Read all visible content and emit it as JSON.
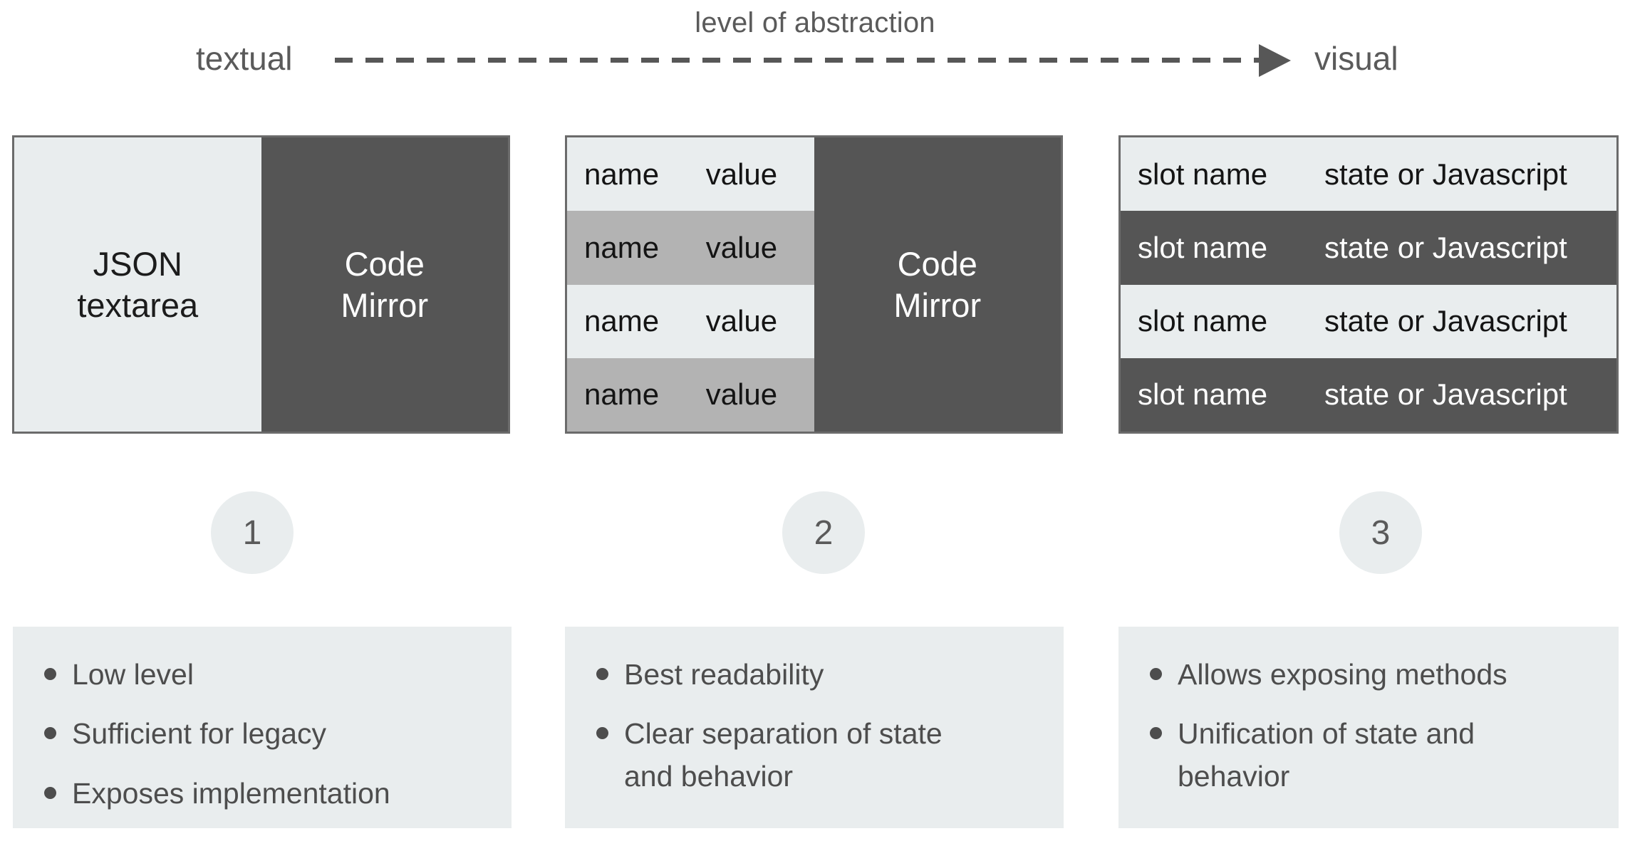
{
  "axis": {
    "caption": "level of abstraction",
    "left_label": "textual",
    "right_label": "visual",
    "arrow_direction": "left-to-right",
    "line_style": "dashed"
  },
  "colors": {
    "light_band": "#e9edee",
    "mid_band": "#b3b3b3",
    "dark_band": "#555555",
    "border": "#6b6b6b",
    "text_muted": "#5a5a5a",
    "text_dark": "#141414",
    "text_light": "#ffffff"
  },
  "panels": [
    {
      "id": "panel-1",
      "layout": "two-halves",
      "left_half": {
        "line1": "JSON",
        "line2": "textarea",
        "tone": "light"
      },
      "right_half": {
        "line1": "Code",
        "line2": "Mirror",
        "tone": "dark"
      }
    },
    {
      "id": "panel-2",
      "layout": "rows-plus-code",
      "rows": [
        {
          "name": "name",
          "value": "value",
          "tone": "light"
        },
        {
          "name": "name",
          "value": "value",
          "tone": "mid"
        },
        {
          "name": "name",
          "value": "value",
          "tone": "light"
        },
        {
          "name": "name",
          "value": "value",
          "tone": "mid"
        }
      ],
      "code_block": {
        "line1": "Code",
        "line2": "Mirror",
        "tone": "dark"
      }
    },
    {
      "id": "panel-3",
      "layout": "full-width-rows",
      "rows": [
        {
          "name": "slot name",
          "value": "state or Javascript",
          "tone": "light"
        },
        {
          "name": "slot name",
          "value": "state or Javascript",
          "tone": "dark"
        },
        {
          "name": "slot name",
          "value": "state or Javascript",
          "tone": "light"
        },
        {
          "name": "slot name",
          "value": "state or Javascript",
          "tone": "dark"
        }
      ]
    }
  ],
  "badges": [
    {
      "id": "badge-1",
      "label": "1"
    },
    {
      "id": "badge-2",
      "label": "2"
    },
    {
      "id": "badge-3",
      "label": "3"
    }
  ],
  "benefits": [
    {
      "id": "benefits-1",
      "items": [
        "Low level",
        "Sufficient for legacy",
        "Exposes implementation"
      ]
    },
    {
      "id": "benefits-2",
      "items": [
        "Best readability",
        "Clear separation of state and behavior"
      ]
    },
    {
      "id": "benefits-3",
      "items": [
        "Allows exposing methods",
        "Unification of state and behavior"
      ]
    }
  ]
}
